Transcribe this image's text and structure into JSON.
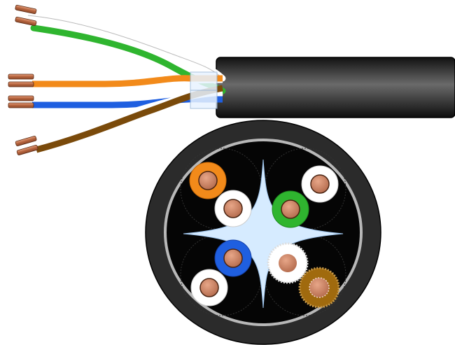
{
  "diagram": {
    "subject": "utp-cable",
    "pair_count": 4,
    "conductor_color": "#c87a5a",
    "jacket_color": "#1f1f1f",
    "pairs": [
      {
        "id": "green",
        "color": "#2fb52f",
        "stripe_color": "#ffffff"
      },
      {
        "id": "orange",
        "color": "#f28a1a",
        "stripe_color": "#ffffff"
      },
      {
        "id": "blue",
        "color": "#1f5fe0",
        "stripe_color": "#ffffff"
      },
      {
        "id": "brown",
        "color": "#7a4a0a",
        "stripe_color": "#ffffff"
      }
    ],
    "separator_color": "#cfe6ff"
  }
}
